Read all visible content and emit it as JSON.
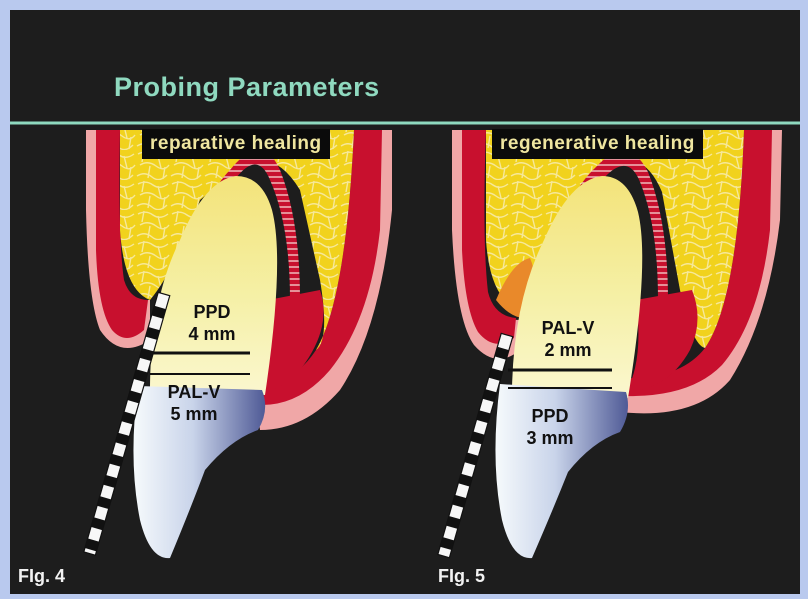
{
  "title": "Probing Parameters",
  "panels": [
    {
      "heading": "reparative healing",
      "upper_label": "PPD",
      "upper_value": "4 mm",
      "lower_label": "PAL-V",
      "lower_value": "5 mm",
      "figure_caption": "FIg. 4"
    },
    {
      "heading": "regenerative healing",
      "upper_label": "PAL-V",
      "upper_value": "2 mm",
      "lower_label": "PPD",
      "lower_value": "3 mm",
      "figure_caption": "FIg. 5"
    }
  ],
  "colors": {
    "frame": "#b9c9ee",
    "background": "#1d1d1d",
    "accent_line": "#8fd9bf",
    "bone": "#f1d21d",
    "gingiva": "#c8102e",
    "mucosa": "#f0a7a7",
    "root": "#f2ee8a",
    "crown": "#6670a8"
  }
}
